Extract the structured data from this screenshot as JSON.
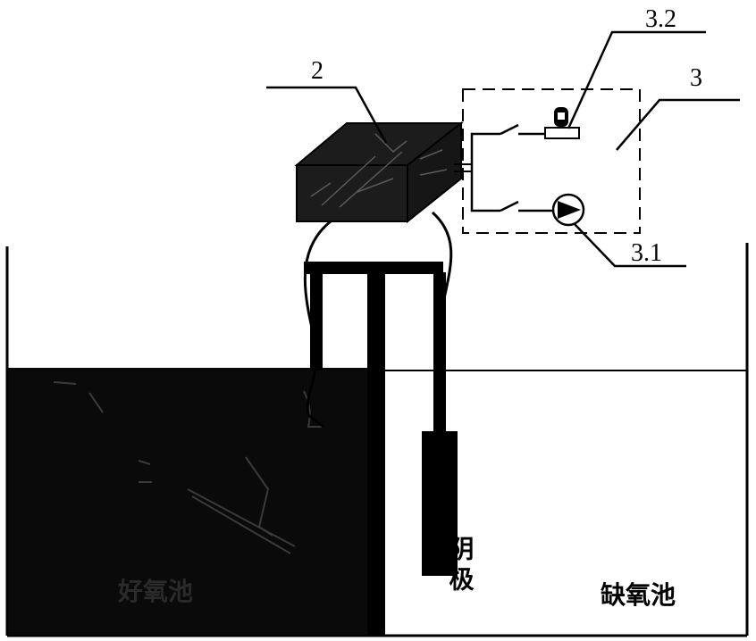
{
  "labels": {
    "box": "2",
    "control_unit": "3",
    "pump": "3.1",
    "switch_device": "3.2"
  },
  "tank_text": {
    "anode_tank": "好氧池",
    "cathode": "阴极",
    "anoxic_tank": "缺氧池"
  },
  "colors": {
    "black": "#000000",
    "box_fill": "#1c1c1c",
    "anode_fill": "#0a0a0a",
    "background": "#ffffff"
  }
}
